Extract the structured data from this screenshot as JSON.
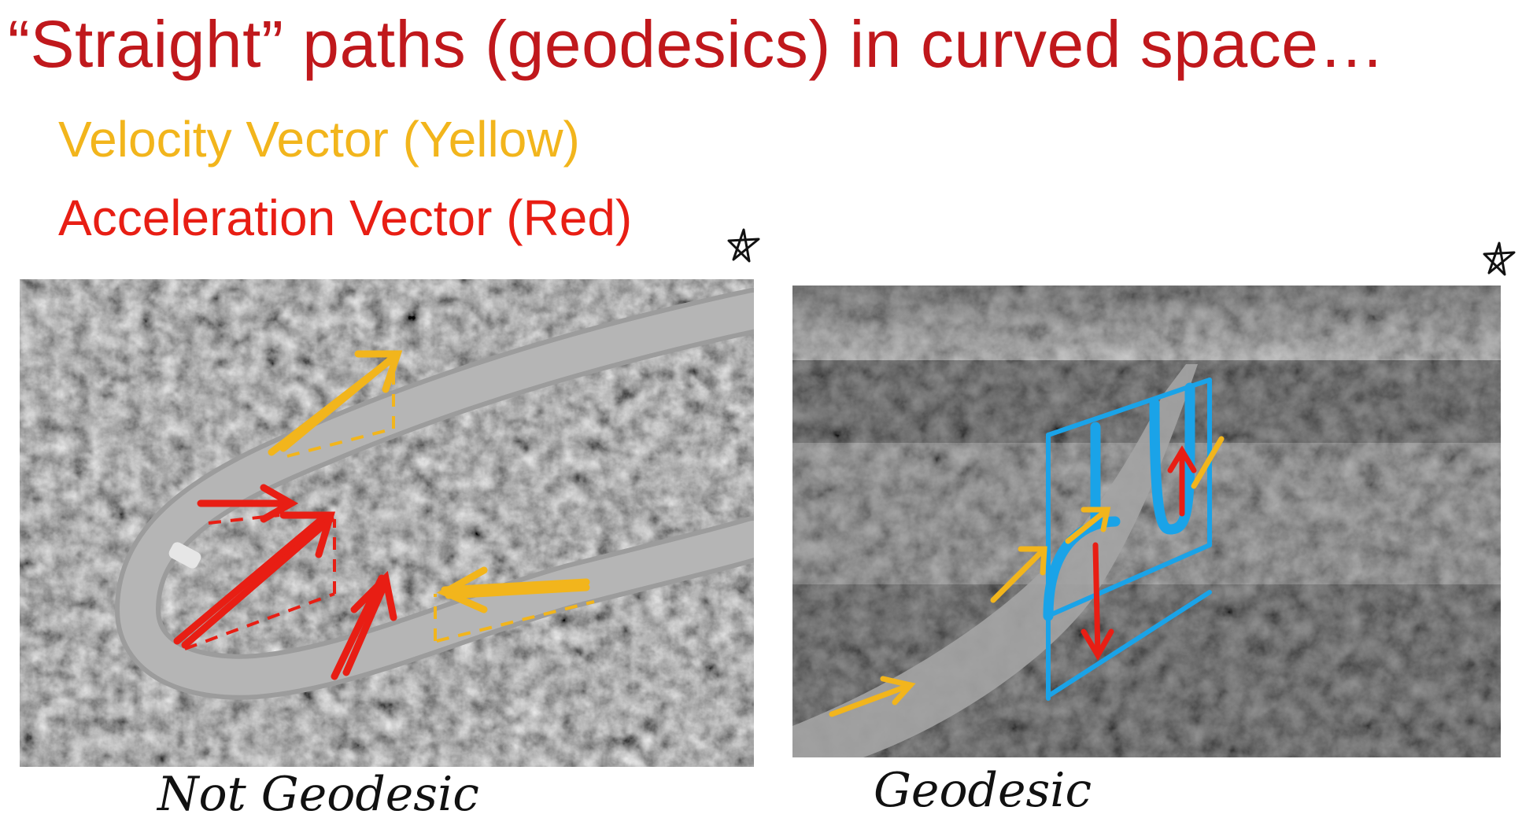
{
  "slide": {
    "title": "“Straight” paths (geodesics) in curved space…",
    "velocity_label": "Velocity Vector (Yellow)",
    "acceleration_label": "Acceleration Vector (Red)"
  },
  "left_image": {
    "caption": "Not Geodesic"
  },
  "right_image": {
    "caption": "Geodesic"
  },
  "colors": {
    "title": "#c0181c",
    "velocity": "#f2b51c",
    "acceleration": "#e81e14",
    "geodesic_frame": "#1aa3e8"
  },
  "icons": [
    "star-mark-icon",
    "star-mark-icon"
  ]
}
